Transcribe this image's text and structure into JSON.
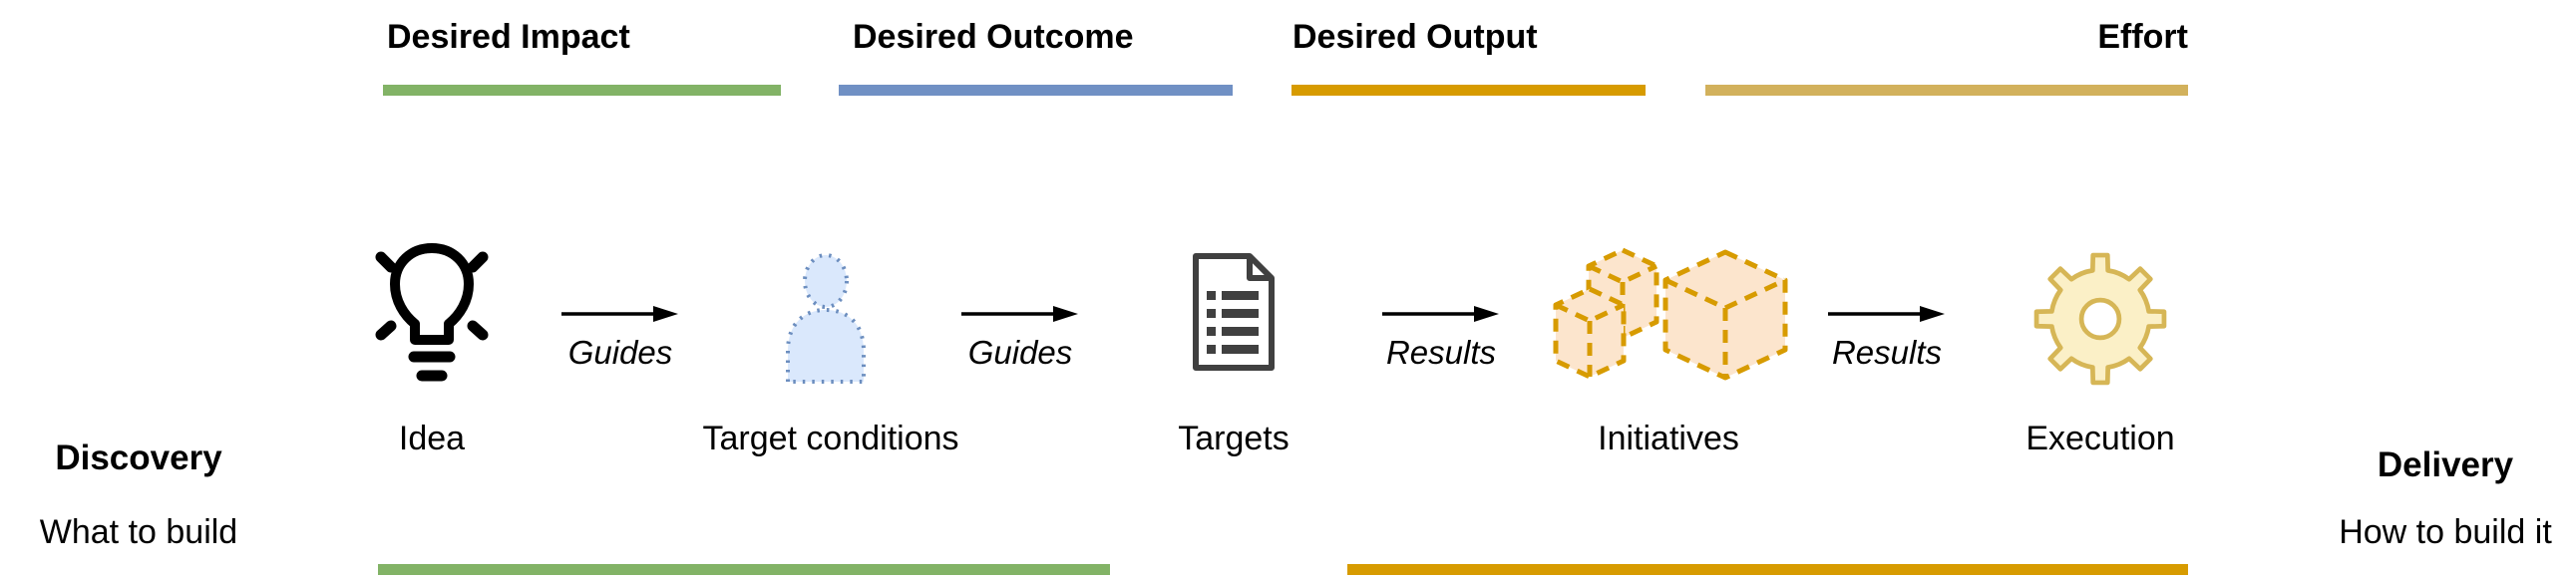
{
  "header": {
    "items": [
      {
        "label": "Desired Impact",
        "color": "#82B366"
      },
      {
        "label": "Desired Outcome",
        "color": "#7090C4"
      },
      {
        "label": "Desired Output",
        "color": "#D79B00"
      },
      {
        "label": "Effort",
        "color": "#D2B15C"
      }
    ]
  },
  "flow": {
    "stages": [
      {
        "label": "Idea",
        "icon": "lightbulb-icon"
      },
      {
        "label": "Target conditions",
        "icon": "person-icon"
      },
      {
        "label": "Targets",
        "icon": "document-list-icon"
      },
      {
        "label": "Initiatives",
        "icon": "cubes-icon"
      },
      {
        "label": "Execution",
        "icon": "gear-icon"
      }
    ],
    "arrows": [
      {
        "label": "Guides"
      },
      {
        "label": "Guides"
      },
      {
        "label": "Results"
      },
      {
        "label": "Results"
      }
    ]
  },
  "sides": {
    "left": {
      "title": "Discovery",
      "subtitle": "What to build"
    },
    "right": {
      "title": "Delivery",
      "subtitle": "How to build it"
    }
  },
  "bottom_bars": [
    {
      "name": "discovery-span",
      "color": "#82B366"
    },
    {
      "name": "delivery-span",
      "color": "#D79B00"
    }
  ],
  "icon_colors": {
    "lightbulb": "#000000",
    "person_fill": "#DAE8FC",
    "person_stroke": "#6C8EBF",
    "document": "#404040",
    "cubes_fill": "#FCE5CD",
    "cubes_stroke": "#D79B00",
    "gear_fill": "#FBF0C7",
    "gear_stroke": "#D6B656"
  }
}
